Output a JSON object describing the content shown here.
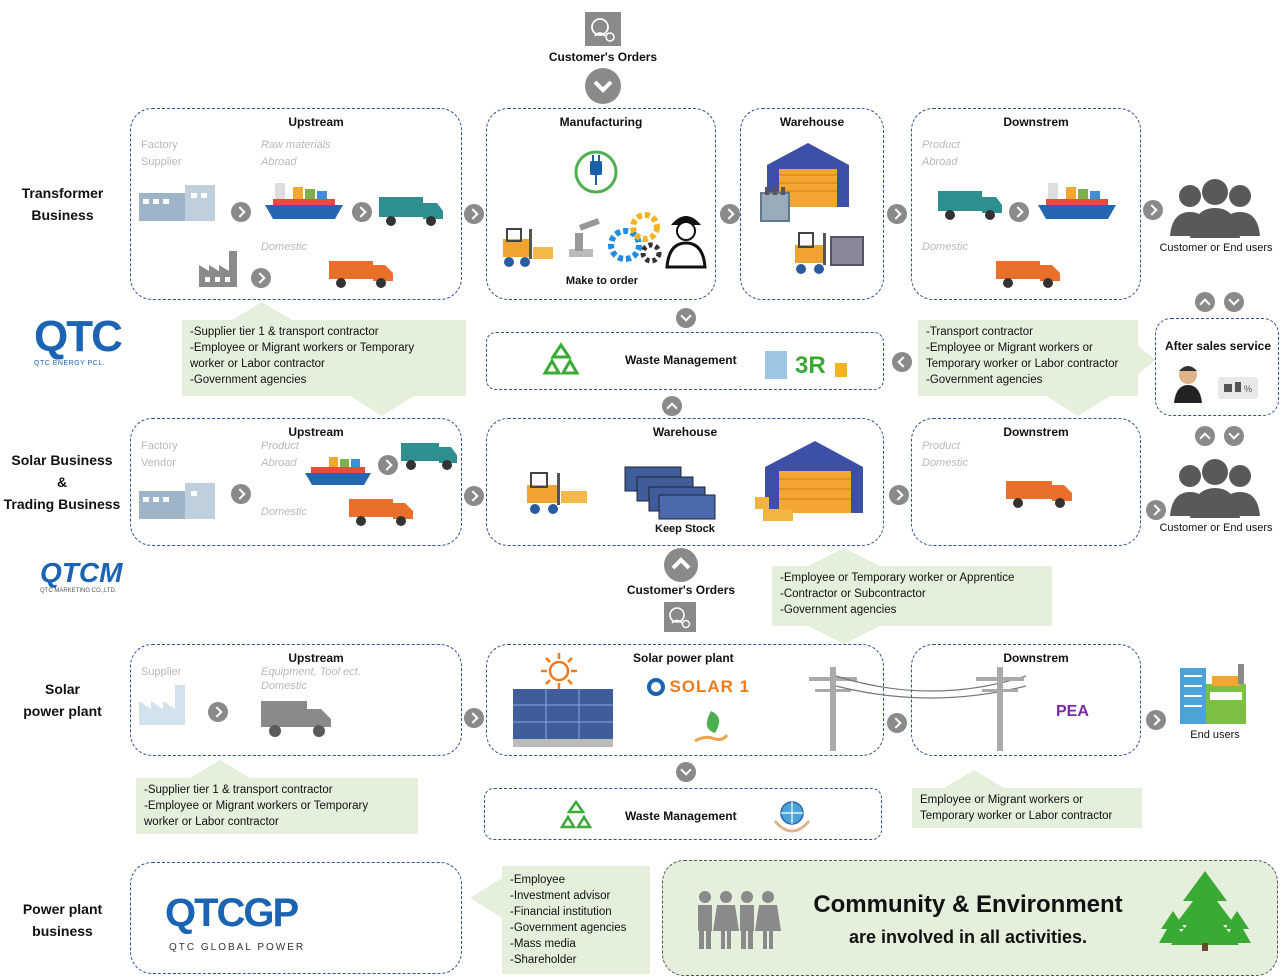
{
  "top": {
    "orders_label": "Customer's Orders"
  },
  "rows": {
    "transformer": "Transformer\nBusiness",
    "solar_trading": "Solar Business\n&\nTrading Business",
    "solar_plant": "Solar\npower plant",
    "power_plant": "Power plant\nbusiness"
  },
  "logos": {
    "qtc": "QTC",
    "qtc_sub": "QTC ENERGY PCL.",
    "qtcm": "QTCM",
    "qtcm_sub": "QTC MARKETING CO.,LTD.",
    "qtcgp": "QTCGP",
    "qtcgp_sub": "QTC GLOBAL POWER",
    "qsolar": "SOLAR 1"
  },
  "transformer": {
    "upstream": {
      "title": "Upstream",
      "factory": "Factory",
      "supplier": "Supplier",
      "raw": "Raw materials",
      "abroad": "Abroad",
      "domestic": "Domestic"
    },
    "manufacturing": {
      "title": "Manufacturing",
      "caption": "Make to order"
    },
    "warehouse": {
      "title": "Warehouse"
    },
    "downstream": {
      "title": "Downstrem",
      "product": "Product",
      "abroad": "Abroad",
      "domestic": "Domestic"
    },
    "customer": "Customer or End users",
    "upstream_note": [
      "-Supplier tier 1 & transport contractor",
      "-Employee or Migrant workers or Temporary",
      "worker or Labor contractor",
      "-Government agencies"
    ],
    "downstream_note": [
      "-Transport contractor",
      "-Employee or Migrant workers or",
      "Temporary worker or Labor contractor",
      "-Government agencies"
    ],
    "waste": "Waste Management",
    "after_sales": "After sales service"
  },
  "solar_trading": {
    "upstream": {
      "title": "Upstream",
      "factory": "Factory",
      "vendor": "Vendor",
      "product": "Product",
      "abroad": "Abroad",
      "domestic": "Domestic"
    },
    "warehouse": {
      "title": "Warehouse",
      "caption": "Keep Stock"
    },
    "downstream": {
      "title": "Downstrem",
      "product": "Product",
      "domestic": "Domestic"
    },
    "customer": "Customer or End users",
    "orders_label": "Customer's Orders",
    "note": [
      "-Employee or Temporary worker or Apprentice",
      "-Contractor or Subcontractor",
      "-Government agencies"
    ]
  },
  "solar_plant": {
    "upstream": {
      "title": "Upstream",
      "supplier": "Supplier",
      "equipment": "Equipment, Tool ect.",
      "domestic": "Domestic"
    },
    "plant": {
      "title": "Solar power plant"
    },
    "downstream": {
      "title": "Downstrem",
      "pea": "PEA"
    },
    "end_users": "End users",
    "upstream_note": [
      "-Supplier tier 1 & transport contractor",
      "-Employee or Migrant workers or Temporary",
      "worker or Labor contractor"
    ],
    "waste": "Waste Management",
    "downstream_note": [
      "Employee or Migrant workers or",
      "Temporary worker or Labor contractor"
    ]
  },
  "power_plant": {
    "note": [
      "-Employee",
      "-Investment advisor",
      "-Financial institution",
      "-Government agencies",
      "-Mass media",
      "-Shareholder"
    ],
    "community_line1": "Community & Environment",
    "community_line2": "are involved in all activities."
  },
  "colors": {
    "border": "#2f4f8f",
    "note_bg": "#e4efdc",
    "arrow": "#8a8a8a",
    "qtc_blue": "#1b63b3",
    "qtc_red": "#e2231a",
    "qtcgp_green": "#3aaa35",
    "pea": "#7a2aa8"
  }
}
